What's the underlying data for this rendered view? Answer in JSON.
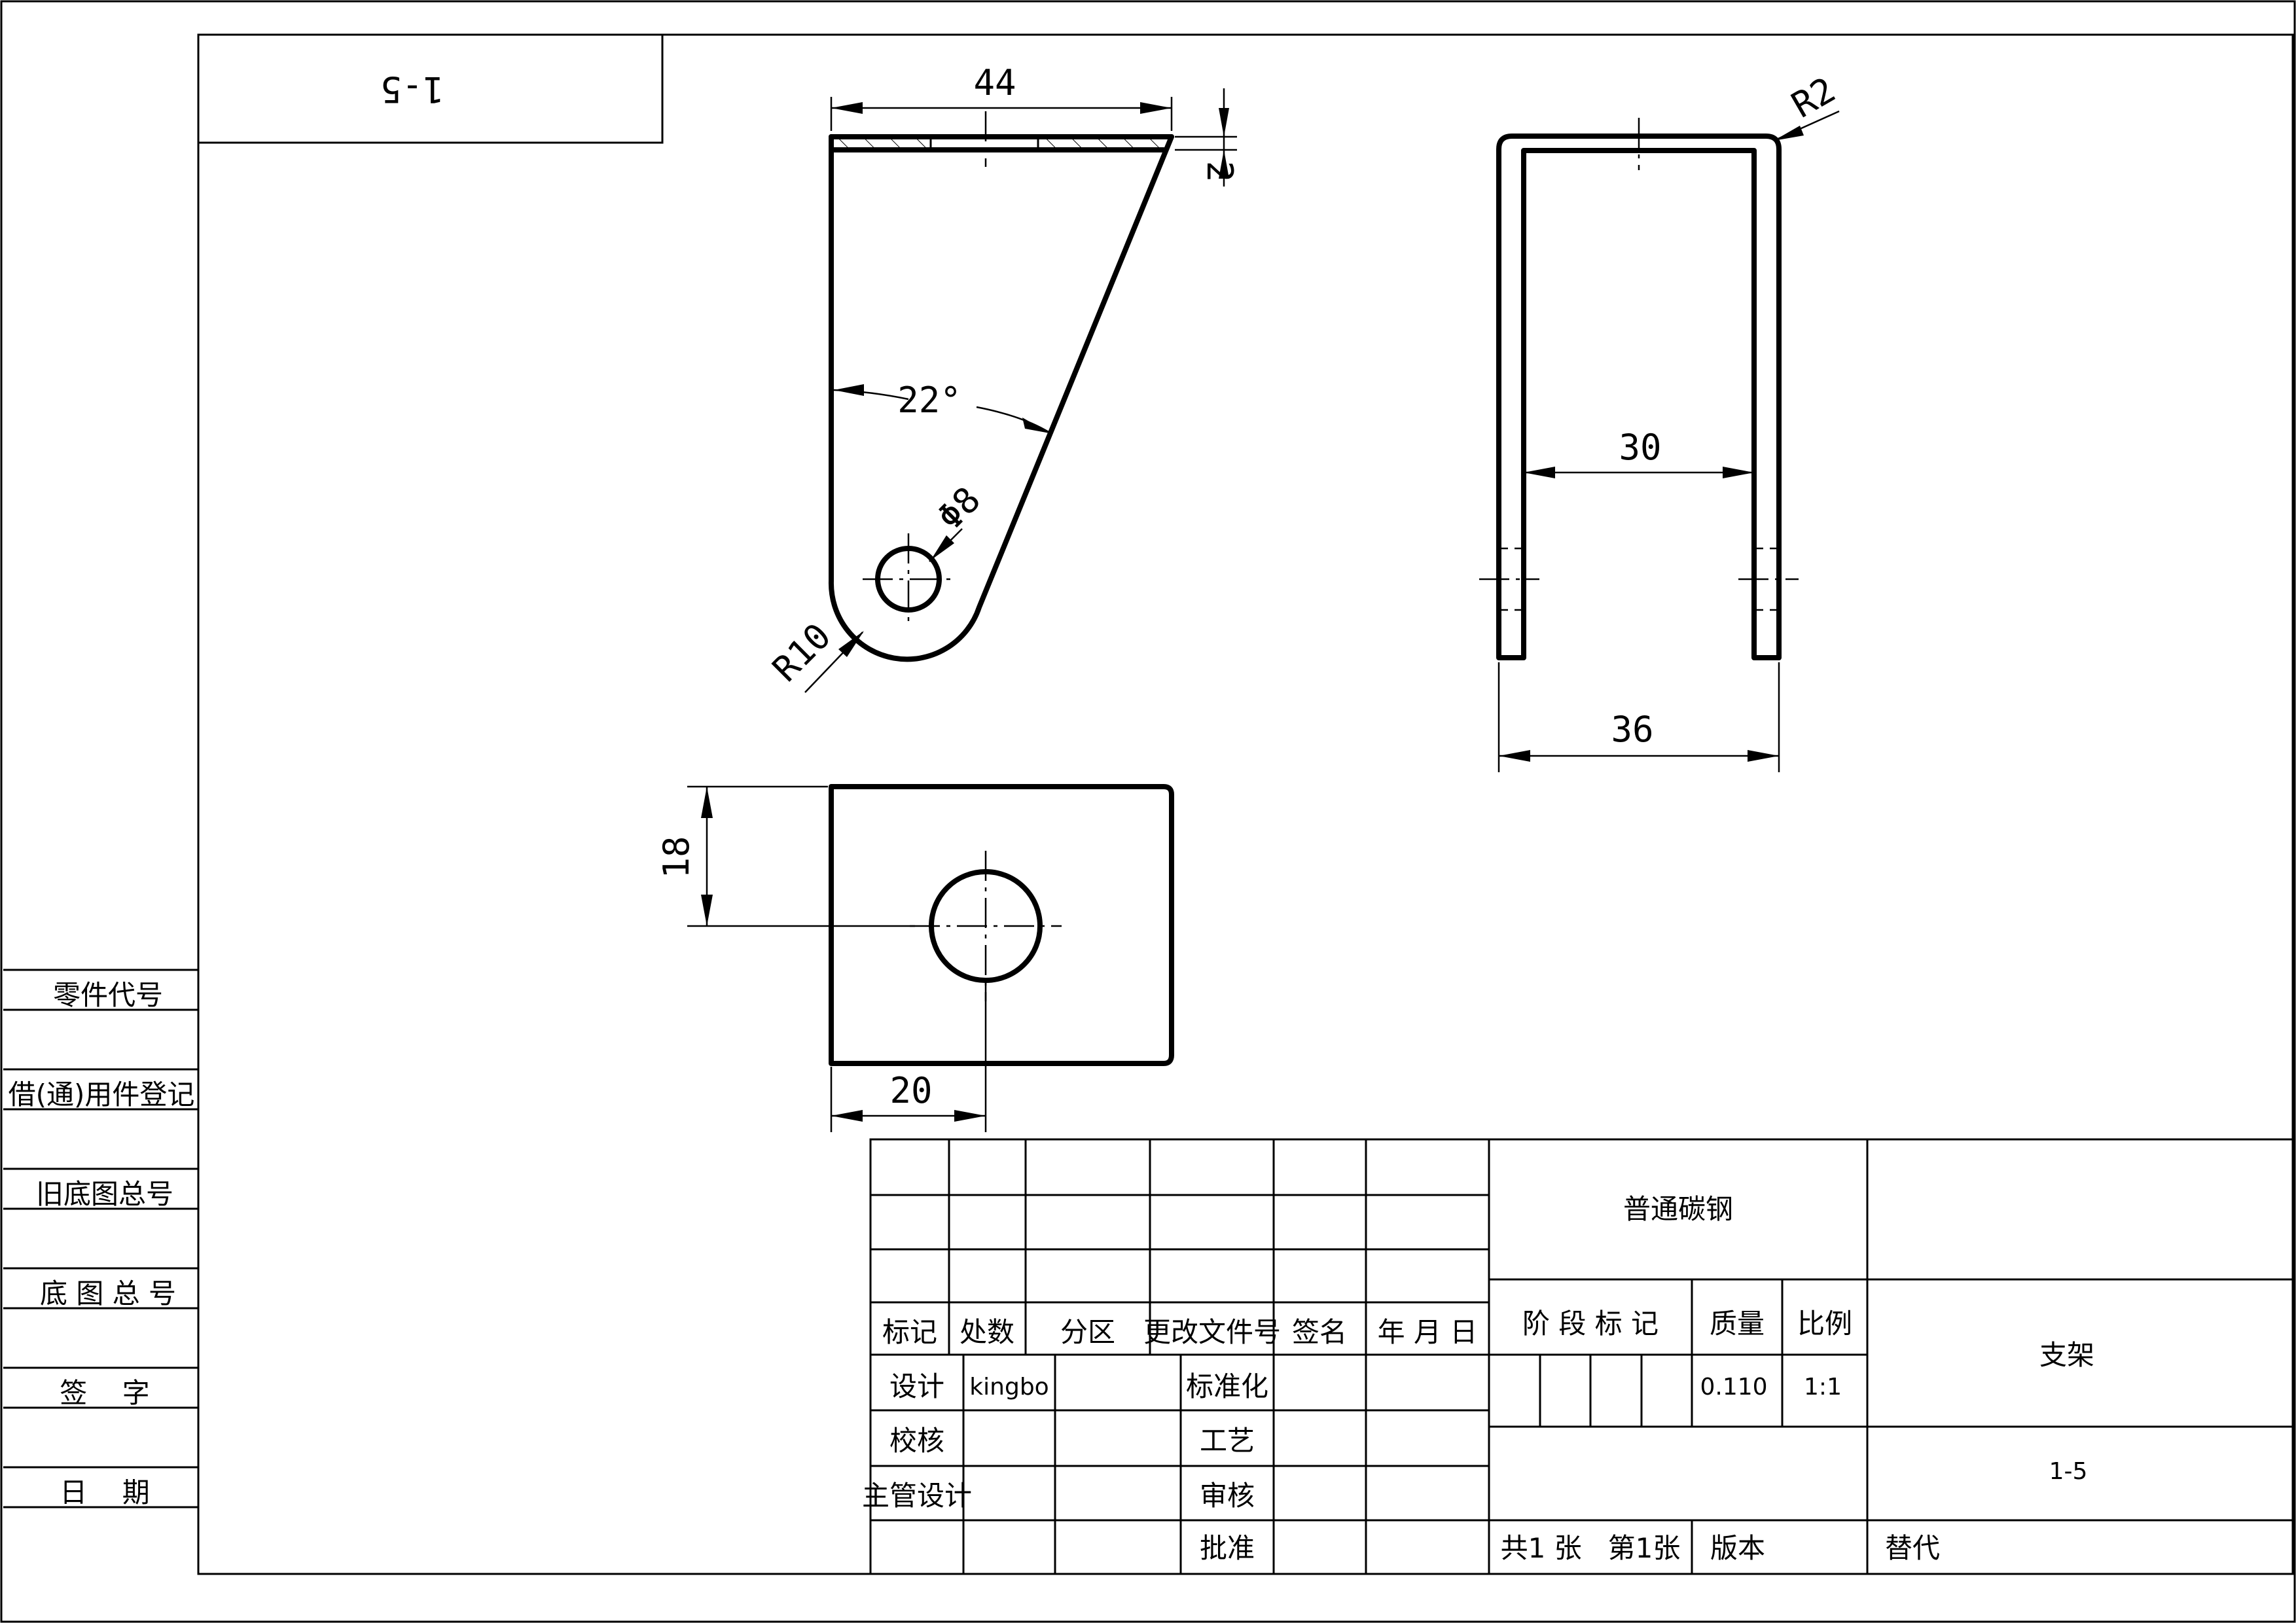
{
  "drawing_code_box": "1-5",
  "dimensions": {
    "width_top": "44",
    "thickness": "2",
    "angle": "22°",
    "hole_diameter": "Φ8",
    "radius_end": "R10",
    "bend_radius": "R2",
    "inner_width": "30",
    "outer_width": "36",
    "height_bottom_view": "18",
    "hole_offset": "20"
  },
  "left_margin_table": {
    "rows": [
      "零件代号",
      "借(通)用件登记",
      "旧底图总号",
      "底 图 总 号",
      "签    字",
      "日    期"
    ]
  },
  "title_block": {
    "revision_headers": {
      "mark": "标记",
      "count": "处数",
      "zone": "分区",
      "change_doc": "更改文件号",
      "signature": "签名",
      "date": "年 月 日"
    },
    "roles": {
      "design": "设计",
      "check": "校核",
      "chief_design": "主管设计",
      "standardization": "标准化",
      "process": "工艺",
      "review": "审核",
      "approve": "批准"
    },
    "designer": "kingbo",
    "material": "普通碳钢",
    "stage_mark": "阶 段 标 记",
    "mass_label": "质量",
    "scale_label": "比例",
    "mass_value": "0.110",
    "scale_value": "1:1",
    "sheets": "共1 张   第1张",
    "version": "版本",
    "replace": "替代",
    "part_name": "支架",
    "drawing_number": "1-5"
  }
}
